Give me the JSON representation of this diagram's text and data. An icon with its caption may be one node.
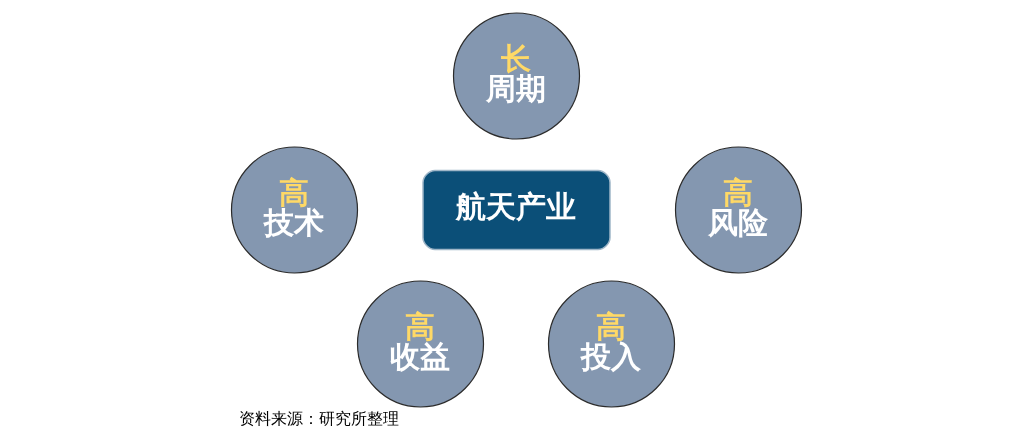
{
  "diagram": {
    "caption": "资料来源：研究所整理",
    "nodes": [
      {
        "text": [
          "长",
          "周期"
        ]
      },
      {
        "text": [
          "高",
          "技术"
        ]
      },
      {
        "text": [
          "航天产业"
        ]
      },
      {
        "text": [
          "高",
          "风险"
        ]
      },
      {
        "text": [
          "高",
          "收益"
        ]
      },
      {
        "text": [
          "高",
          "投入"
        ]
      }
    ]
  }
}
